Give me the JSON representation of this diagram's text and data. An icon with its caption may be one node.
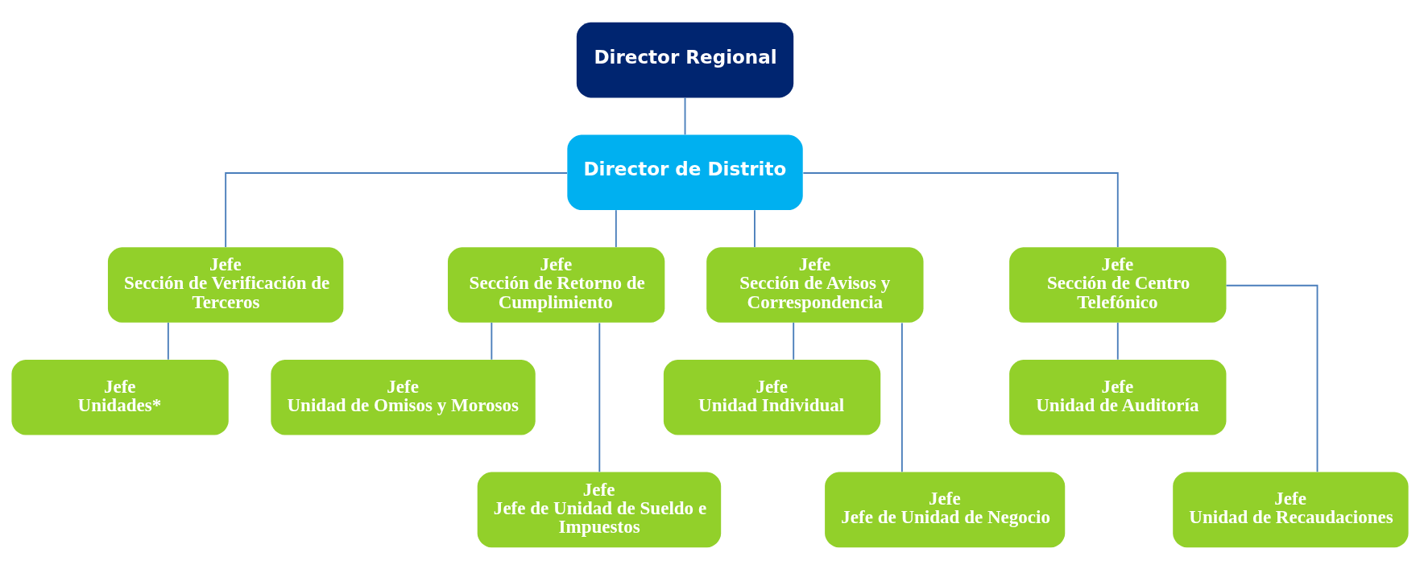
{
  "diagram": {
    "nodes": [
      {
        "text": [
          "Director Regional"
        ]
      },
      {
        "text": [
          "Director de Distrito"
        ]
      },
      {
        "text": [
          "Jefe",
          "Sección de Verificación de Terceros"
        ]
      },
      {
        "text": [
          "Jefe",
          "Unidades*"
        ]
      },
      {
        "text": [
          "Jefe",
          "Sección de Retorno de Cumplimiento"
        ]
      },
      {
        "text": [
          "Jefe",
          "Unidad de Omisos y Morosos"
        ]
      },
      {
        "text": [
          "Jefe",
          "Jefe de Unidad de Sueldo e Impuestos"
        ]
      },
      {
        "text": [
          "Jefe",
          "Sección de Avisos y Correspondencia"
        ]
      },
      {
        "text": [
          "Jefe",
          "Unidad Individual"
        ]
      },
      {
        "text": [
          "Jefe",
          "Jefe de Unidad de Negocio"
        ]
      },
      {
        "text": [
          "Jefe",
          "Sección de Centro Telefónico"
        ]
      },
      {
        "text": [
          "Jefe",
          "Unidad de Auditoría"
        ]
      },
      {
        "text": [
          "Jefe",
          "Unidad de Recaudaciones"
        ]
      }
    ],
    "edges": [
      {
        "from": 0,
        "to": 1,
        "arrow": "none"
      },
      {
        "from": 1,
        "to": 2,
        "arrow": "none"
      },
      {
        "from": 1,
        "to": 4,
        "arrow": "none"
      },
      {
        "from": 1,
        "to": 7,
        "arrow": "none"
      },
      {
        "from": 1,
        "to": 10,
        "arrow": "none"
      },
      {
        "from": 2,
        "to": 3,
        "arrow": "none"
      },
      {
        "from": 4,
        "to": 5,
        "arrow": "none"
      },
      {
        "from": 4,
        "to": 6,
        "arrow": "none"
      },
      {
        "from": 7,
        "to": 8,
        "arrow": "none"
      },
      {
        "from": 7,
        "to": 9,
        "arrow": "none"
      },
      {
        "from": 10,
        "to": 11,
        "arrow": "none"
      },
      {
        "from": 10,
        "to": 12,
        "arrow": "none"
      }
    ]
  }
}
